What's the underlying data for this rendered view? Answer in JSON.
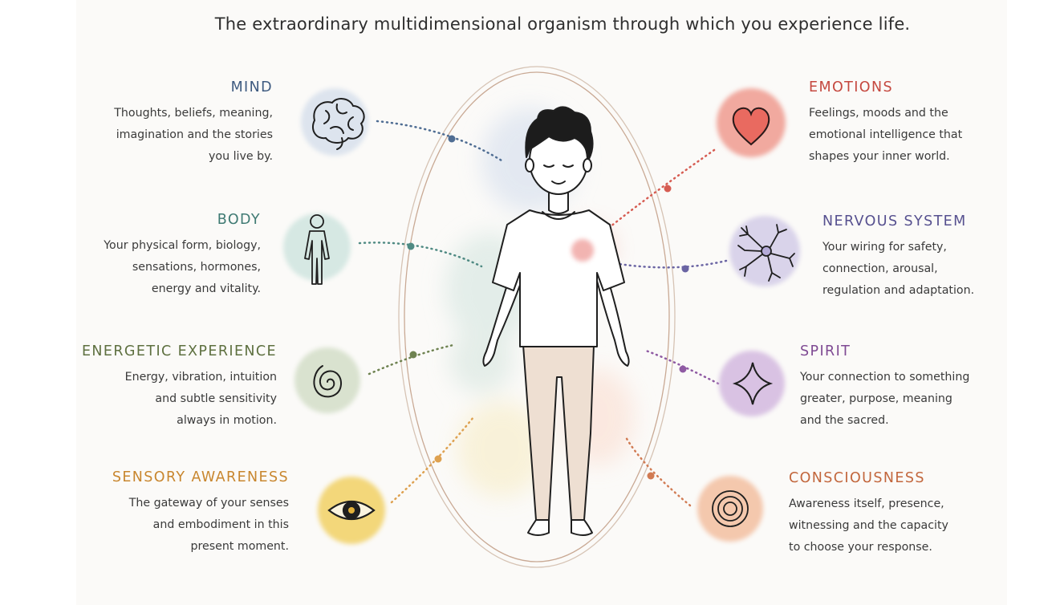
{
  "title": "The extraordinary multidimensional organism through which you experience life.",
  "dimensions": {
    "mind": {
      "heading": "MIND",
      "description": "Thoughts, beliefs, meaning,\nimagination and the stories\nyou live by.",
      "icon": "brain-icon",
      "color": "#3e5a80"
    },
    "body": {
      "heading": "BODY",
      "description": "Your physical form, biology,\nsensations, hormones,\nenergy and vitality.",
      "icon": "human-figure-icon",
      "color": "#3f7a73"
    },
    "energetic": {
      "heading": "ENERGETIC EXPERIENCE",
      "description": "Energy, vibration, intuition\nand subtle sensitivity\nalways in motion.",
      "icon": "spiral-icon",
      "color": "#5e7040"
    },
    "sensory": {
      "heading": "SENSORY AWARENESS",
      "description": "The gateway of your senses\nand embodiment in this\npresent moment.",
      "icon": "eye-icon",
      "color": "#c8862e"
    },
    "emotions": {
      "heading": "EMOTIONS",
      "description": "Feelings, moods and the\nemotional intelligence that\nshapes your inner world.",
      "icon": "heart-icon",
      "color": "#c5483f"
    },
    "nervous": {
      "heading": "NERVOUS SYSTEM",
      "description": "Your wiring for safety,\nconnection, arousal,\nregulation and adaptation.",
      "icon": "neuron-icon",
      "color": "#56508f"
    },
    "spirit": {
      "heading": "SPIRIT",
      "description": "Your connection to something\ngreater, purpose, meaning\nand the sacred.",
      "icon": "four-point-star-icon",
      "color": "#7f4a93"
    },
    "consciousness": {
      "heading": "CONSCIOUSNESS",
      "description": "Awareness itself, presence,\nwitnessing and the capacity\nto choose your response.",
      "icon": "concentric-circles-icon",
      "color": "#c2663c"
    }
  }
}
